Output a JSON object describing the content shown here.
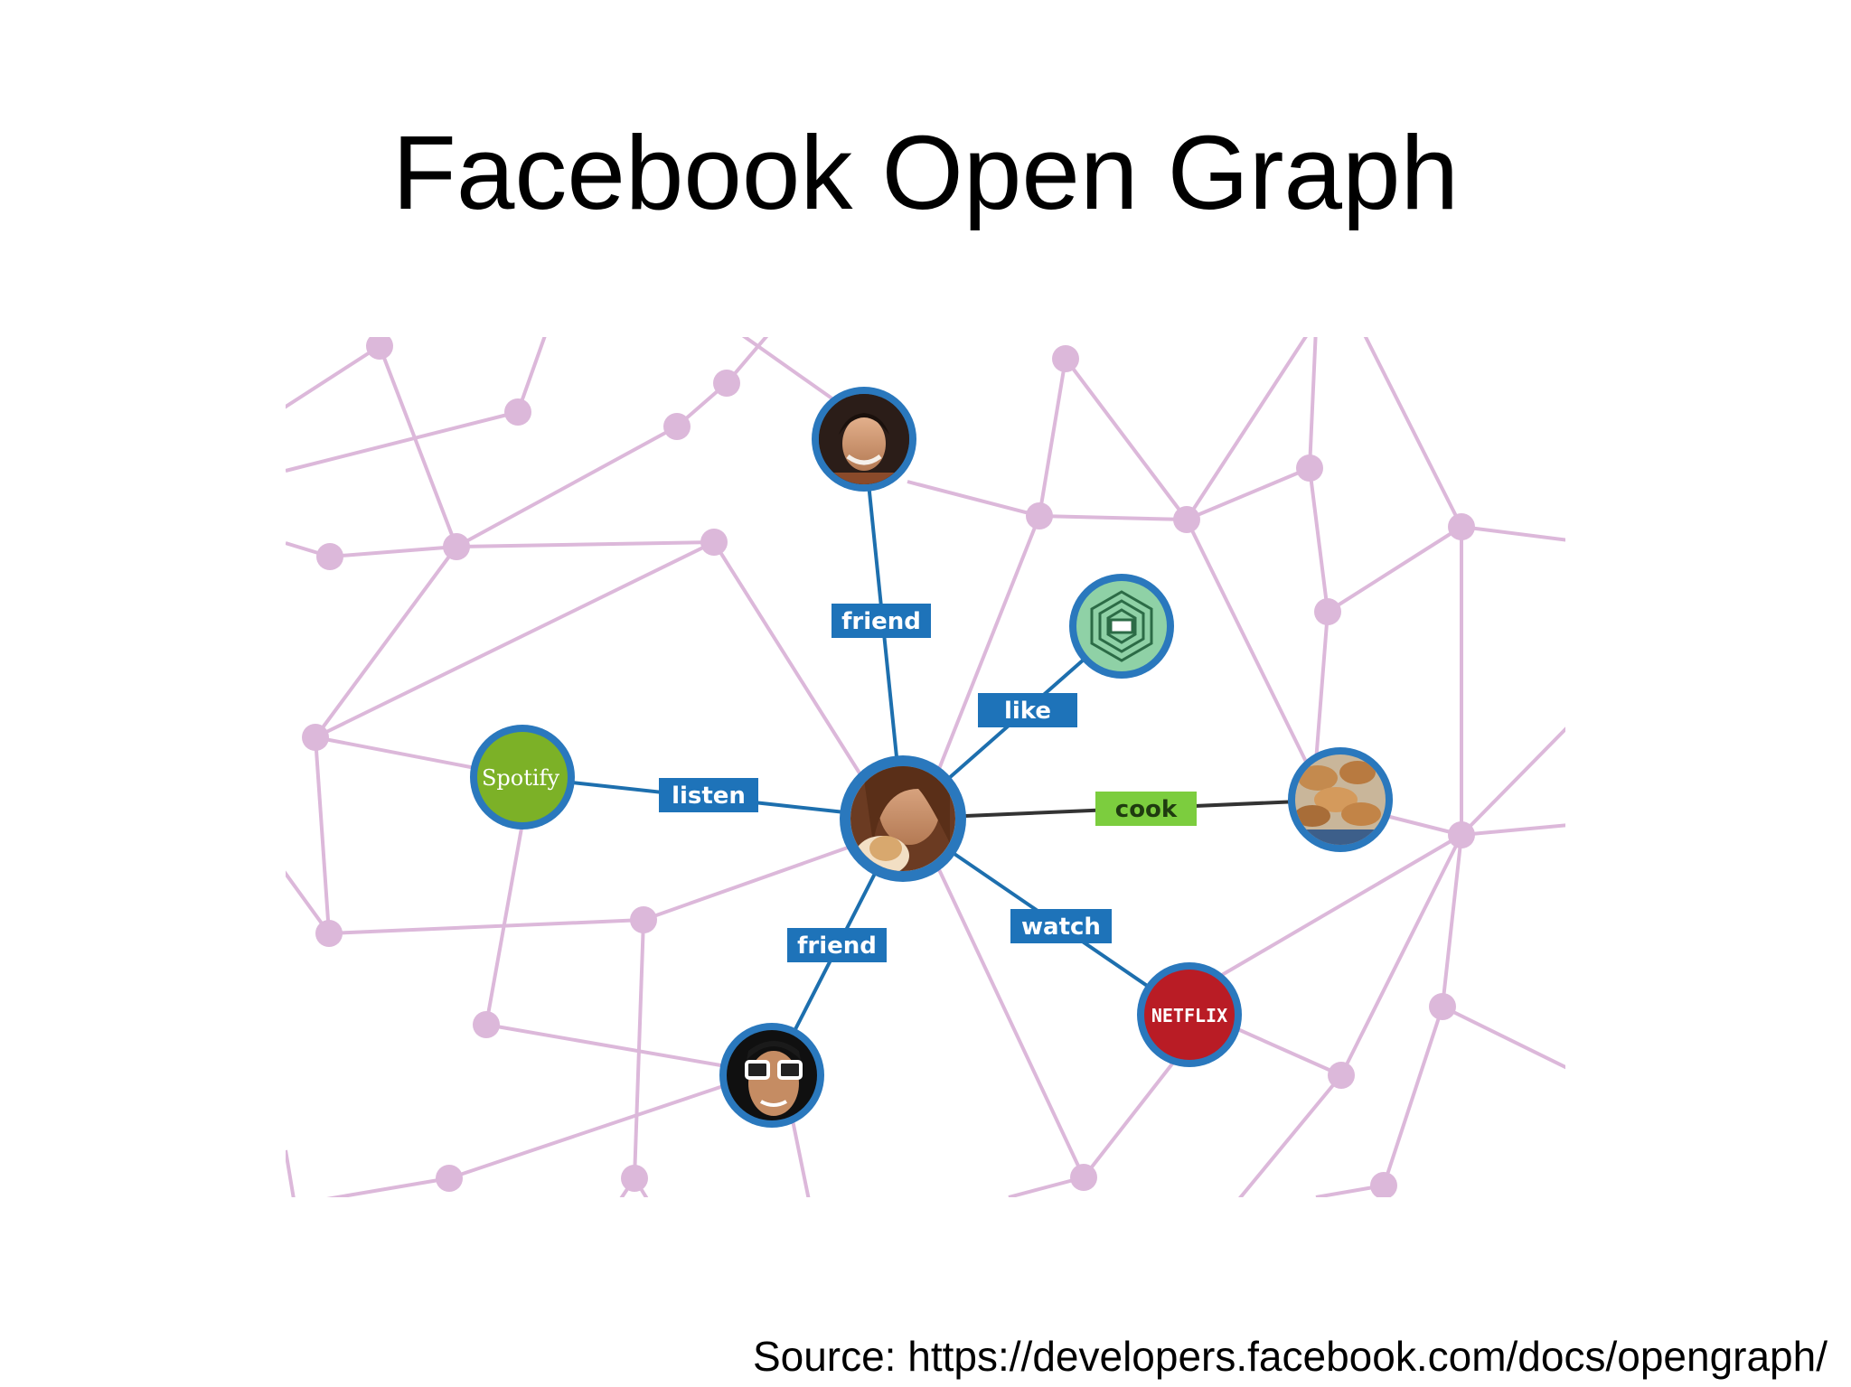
{
  "slide": {
    "title": "Facebook Open Graph",
    "source": "Source: https://developers.facebook.com/docs/opengraph/"
  },
  "diagram": {
    "center": {
      "name": "user-avatar-center",
      "kind": "person-photo"
    },
    "nodes": [
      {
        "id": "friend-top",
        "kind": "person-photo"
      },
      {
        "id": "foursquare-badge",
        "kind": "badge"
      },
      {
        "id": "spotify",
        "kind": "app-logo",
        "text": "Spotify"
      },
      {
        "id": "cookies",
        "kind": "food-photo"
      },
      {
        "id": "netflix",
        "kind": "app-logo",
        "text": "NETFLIX"
      },
      {
        "id": "friend-bottom",
        "kind": "person-photo"
      }
    ],
    "edges": [
      {
        "to": "friend-top",
        "label": "friend"
      },
      {
        "to": "foursquare-badge",
        "label": "like"
      },
      {
        "to": "spotify",
        "label": "listen"
      },
      {
        "to": "cookies",
        "label": "cook"
      },
      {
        "to": "netflix",
        "label": "watch"
      },
      {
        "to": "friend-bottom",
        "label": "friend"
      }
    ],
    "colors": {
      "background_network": "#dcb8da",
      "edge_blue": "#1d6fae",
      "edge_dark": "#333333",
      "label_blue": "#1e73b9",
      "label_green": "#7ccd3e",
      "node_ring": "#2a78bd",
      "spotify_green": "#7cb127",
      "netflix_red": "#b91c25"
    }
  }
}
